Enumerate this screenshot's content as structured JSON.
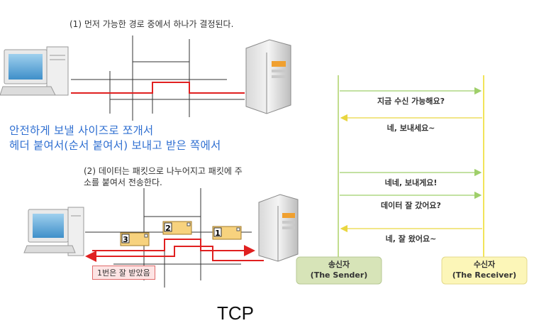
{
  "step1_text": "(1) 먼저 가능한 경로 중에서 하나가 결정된다.",
  "note_line1": "안전하게 보낼 사이즈로 쪼개서",
  "note_line2": "헤더 붙여서(순서 붙여서) 보내고 받은 쪽에서",
  "step2_line1": "(2) 데이터는 패킷으로 나누어지고 패킷에 주",
  "step2_line2": "소를 붙여서 전송한다.",
  "packets": [
    "3",
    "2",
    "1"
  ],
  "ack_label": "1번은 잘 받았음",
  "caption": "TCP",
  "sender": {
    "name": "송신자",
    "english": "(The Sender)"
  },
  "receiver": {
    "name": "수신자",
    "english": "(The Receiver)"
  },
  "messages": [
    "지금 수신 가능해요?",
    "네, 보내세요~",
    "네네, 보내게요!",
    "데이터 잘 갔어요?",
    "네, 잘 왔어요~"
  ],
  "colors": {
    "route_red": "#e02020",
    "note_blue": "#2f6fd1",
    "sender_box": "#d7e4b8",
    "receiver_box": "#fcf6b8",
    "packet_fill": "#f7d27e",
    "timeline_sender": "#c2dd8e",
    "timeline_receiver": "#f2e45a"
  }
}
